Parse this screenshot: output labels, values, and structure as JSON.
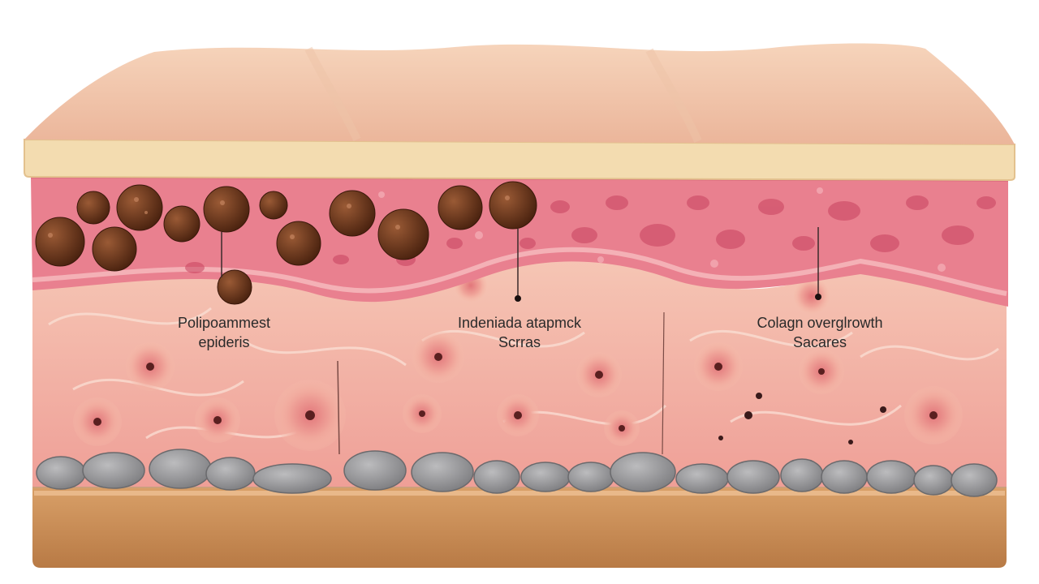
{
  "colors": {
    "surface": "#f0c9ad",
    "stratum_corneum": "#f3dcb0",
    "epidermis": "#e97d8f",
    "dermis": "#f2b8a6",
    "fat_cells": "#9a9a9c",
    "base": "#c98f55",
    "pigment": "#6b3318"
  },
  "labels": [
    {
      "line1": "Polipoammest",
      "line2": "epideris"
    },
    {
      "line1": "Indeniada atapmck",
      "line2": "Scrras"
    },
    {
      "line1": "Colagn overglrowth",
      "line2": "Sacares"
    }
  ]
}
